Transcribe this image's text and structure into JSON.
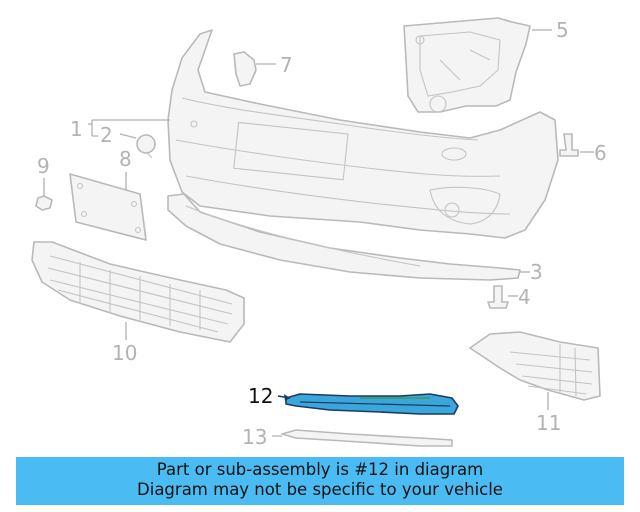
{
  "diagram": {
    "highlighted_part": "12",
    "callouts": [
      "1",
      "2",
      "3",
      "4",
      "5",
      "6",
      "7",
      "8",
      "9",
      "10",
      "11",
      "12",
      "13"
    ]
  },
  "banner": {
    "line1": "Part or sub-assembly is #12 in diagram",
    "line2": "Diagram may not be specific to your vehicle",
    "color": "#4bbcf3"
  },
  "colors": {
    "highlight": "#3aa6dc",
    "part_line": "#b9b9b9"
  }
}
